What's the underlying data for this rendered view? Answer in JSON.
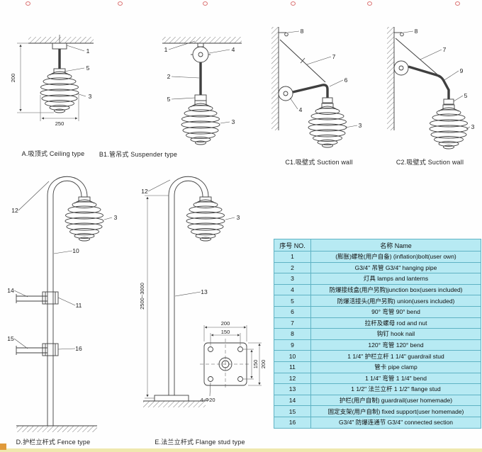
{
  "figures": {
    "a": {
      "label": "A.吸顶式 Ceiling type",
      "callouts": [
        "1",
        "5",
        "3"
      ],
      "dims": {
        "height": "200",
        "width": "250"
      }
    },
    "b1": {
      "label": "B1.管吊式 Suspender type",
      "callouts": [
        "1",
        "4",
        "2",
        "5",
        "3"
      ]
    },
    "c1": {
      "label": "C1.吸壁式 Suction wall",
      "callouts": [
        "8",
        "7",
        "6",
        "4",
        "3"
      ]
    },
    "c2": {
      "label": "C2.吸壁式 Suction wall",
      "callouts": [
        "8",
        "7",
        "9",
        "5",
        "3"
      ]
    },
    "d": {
      "label": "D.护栏立杆式 Fence type",
      "callouts": [
        "12",
        "3",
        "10",
        "14",
        "11",
        "15",
        "16"
      ]
    },
    "e": {
      "label": "E.法兰立杆式 Flange stud type",
      "callouts": [
        "12",
        "3",
        "13"
      ],
      "dims": {
        "pole_height": "2500~3000",
        "outer_width": "200",
        "inner_width": "150",
        "outer_height": "200",
        "inner_height": "150",
        "holes": "4-Φ20"
      }
    }
  },
  "table": {
    "headers": {
      "no": "序号 NO.",
      "name": "名称 Name"
    },
    "rows": [
      {
        "no": "1",
        "name": "(膨胀)螺栓(用户自备) (inflation)bolt(user own)"
      },
      {
        "no": "2",
        "name": "G3/4\" 吊管 G3/4\" hanging pipe"
      },
      {
        "no": "3",
        "name": "灯具 lamps and lanterns"
      },
      {
        "no": "4",
        "name": "防爆接线盒(用户另购)junction box(users included)"
      },
      {
        "no": "5",
        "name": "防爆活接头(用户另购) union(users included)"
      },
      {
        "no": "6",
        "name": "90° 弯管 90° bend"
      },
      {
        "no": "7",
        "name": "拉杆及螺母 rod and nut"
      },
      {
        "no": "8",
        "name": "钩钉 hook nail"
      },
      {
        "no": "9",
        "name": "120° 弯管 120° bend"
      },
      {
        "no": "10",
        "name": "1 1/4\" 护栏立杆 1 1/4\" guardrail stud"
      },
      {
        "no": "11",
        "name": "管卡 pipe clamp"
      },
      {
        "no": "12",
        "name": "1 1/4\" 弯管 1 1/4\" bend"
      },
      {
        "no": "13",
        "name": "1 1/2\" 法兰立杆 1 1/2\" flange stud"
      },
      {
        "no": "14",
        "name": "护栏(用户自制) guardrail(user homemade)"
      },
      {
        "no": "15",
        "name": "固定支架(用户自制) fixed support(user homemade)"
      },
      {
        "no": "16",
        "name": "G3/4\" 防爆连通节 G3/4\" connected section"
      }
    ]
  },
  "colors": {
    "table_fill": "#b7eaf3",
    "table_border": "#5fb3c4",
    "line": "#3f3f3f"
  }
}
